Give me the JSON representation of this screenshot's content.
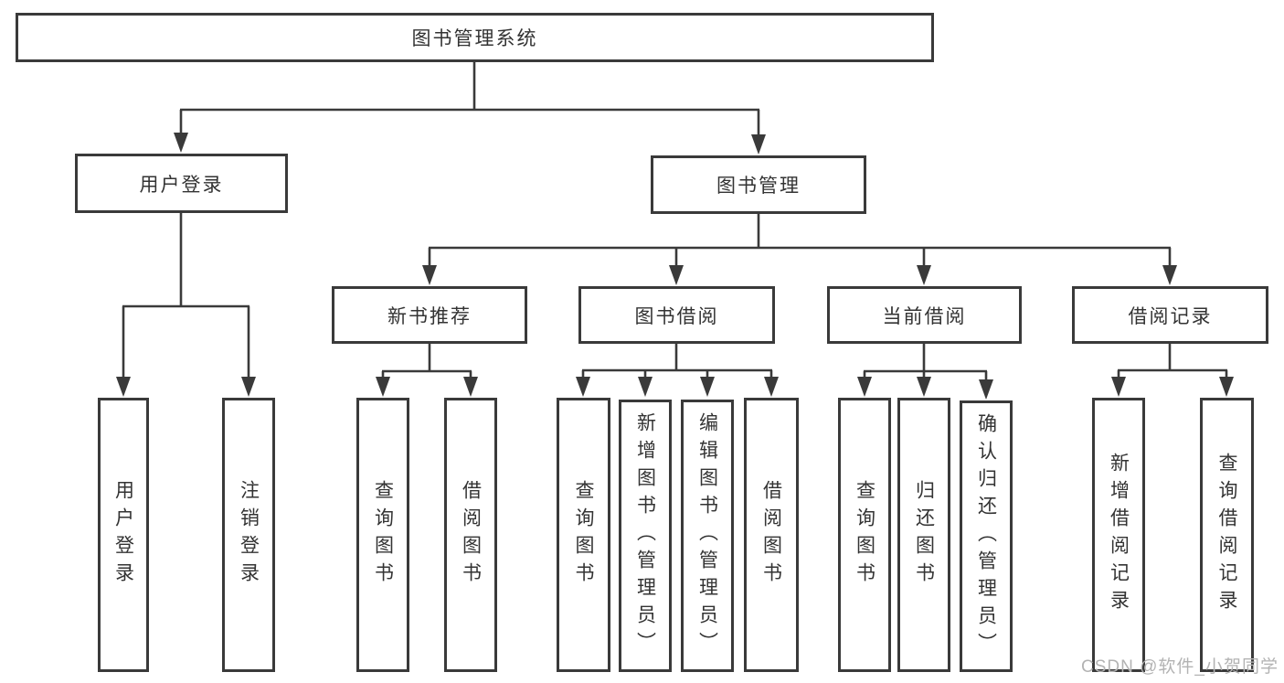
{
  "nodes": {
    "root": "图书管理系统",
    "user_login_group": "用户登录",
    "book_management": "图书管理",
    "new_book_recommend": "新书推荐",
    "book_borrowing": "图书借阅",
    "current_borrowing": "当前借阅",
    "borrowing_records": "借阅记录",
    "user_login": "用户登录",
    "logout_login": "注销登录",
    "nb_query_books": "查询图书",
    "nb_borrow_books": "借阅图书",
    "bb_query_books": "查询图书",
    "bb_add_books": "新增图书（管理员）",
    "bb_edit_books": "编辑图书（管理员）",
    "bb_borrow_books": "借阅图书",
    "cb_query_books": "查询图书",
    "cb_return_books": "归还图书",
    "cb_confirm_return": "确认归还（管理员）",
    "br_add_record": "新增借阅记录",
    "br_query_record": "查询借阅记录"
  },
  "watermark": "CSDN @软件_小贺同学",
  "colors": {
    "line": "#3a3a3a",
    "box_border": "#3a3a3a",
    "box_fill": "#ffffff",
    "text": "#333333",
    "watermark": "#b3b3b3"
  }
}
